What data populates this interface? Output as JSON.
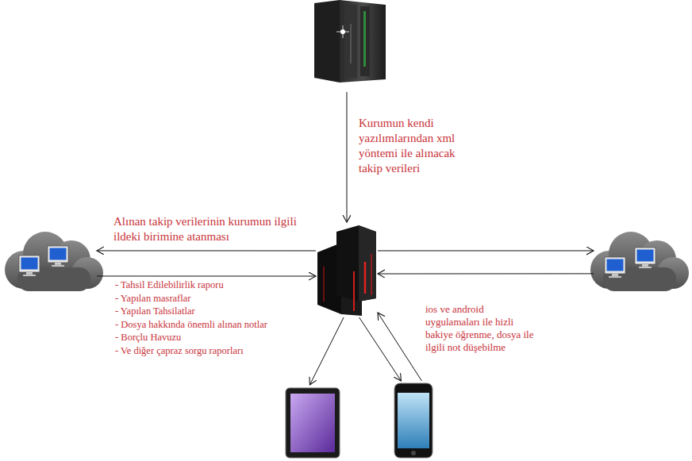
{
  "diagram": {
    "nodes": [
      {
        "text": []
      },
      {
        "text": []
      },
      {
        "text": []
      },
      {
        "text": []
      },
      {
        "text": []
      },
      {
        "text": []
      }
    ],
    "edges": [
      {
        "from": 0,
        "to": 1,
        "arrow": "to",
        "label": "Kurumun kendi yazılımlarından xml yöntemi ile alınacak takip verileri"
      },
      {
        "from": 1,
        "to": 2,
        "arrow": "to",
        "label": "Alınan takip verilerinin kurumun ilgili ildeki birimine atanması"
      },
      {
        "from": 2,
        "to": 1,
        "arrow": "to"
      },
      {
        "from": 1,
        "to": 3,
        "arrow": "to"
      },
      {
        "from": 3,
        "to": 1,
        "arrow": "to"
      },
      {
        "from": 1,
        "to": 4,
        "arrow": "to"
      },
      {
        "from": 1,
        "to": 5,
        "arrow": "to"
      },
      {
        "from": 5,
        "to": 1,
        "arrow": "to",
        "label": "ios ve android uygulamaları ile hizli bakiye öğrenme, dosya ile ilgili not düşebilme"
      }
    ],
    "labels": [
      "- Tahsil Edilebilirlik raporu",
      "- Yapılan masraflar",
      "- Yapılan Tahsilatlar",
      "- Dosya hakkında önemli alınan notlar",
      "- Borçlu Havuzu",
      "- Ve diğer çapraz sorgu raporları"
    ]
  }
}
